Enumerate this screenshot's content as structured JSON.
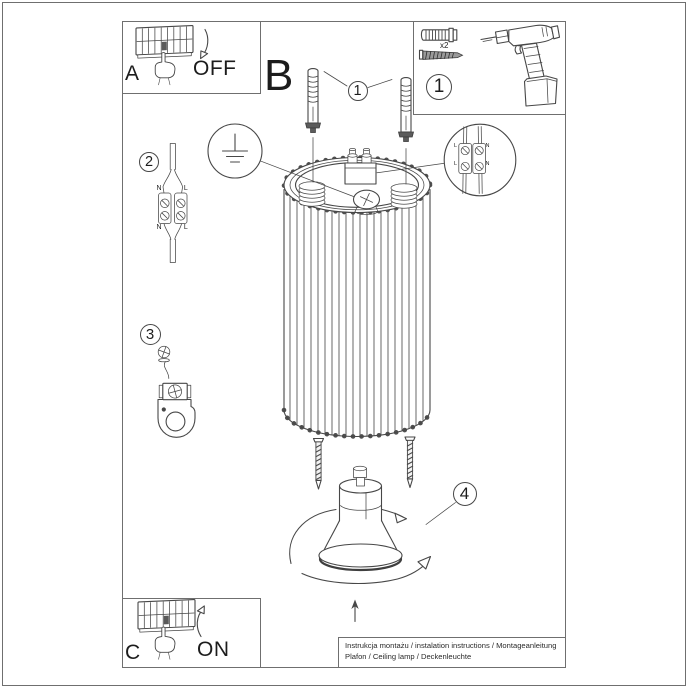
{
  "boxes": {
    "a": {
      "letter": "A",
      "state": "OFF"
    },
    "c": {
      "letter": "C",
      "state": "ON"
    },
    "tools": {
      "badge": "1",
      "qty": "x2"
    }
  },
  "steps": {
    "b": {
      "letter": "B",
      "badge": "1"
    },
    "two": {
      "badge": "2",
      "nl": {
        "tl": "N",
        "tr": "L",
        "bl": "N",
        "br": "L"
      }
    },
    "three": {
      "badge": "3"
    },
    "four": {
      "badge": "4"
    }
  },
  "terminal_detail": {
    "tl": "L",
    "tr": "N",
    "bl": "L",
    "br": "N"
  },
  "footer": {
    "line1": "Instrukcja montażu / instalation instructions / Montageanleitung",
    "line2": "Plafon / Ceiling lamp / Deckenleuchte"
  },
  "colors": {
    "line": "#474747",
    "border": "#6f6f6f",
    "text": "#1c1c1c"
  }
}
